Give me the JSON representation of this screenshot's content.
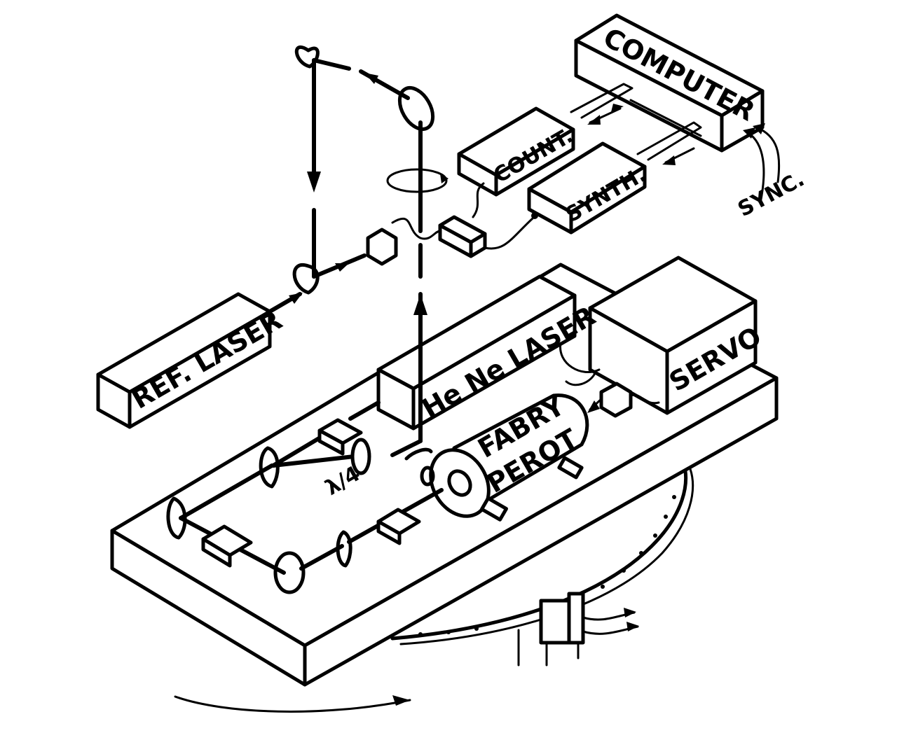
{
  "labels": {
    "computer": "COMPUTER",
    "count": "COUNT.",
    "synth": "SYNTH.",
    "sync": "SYNC.",
    "ref_laser": "REF. LASER",
    "hene_laser": "He Ne LASER",
    "servo": "SERVO",
    "fabry": "FABRY",
    "perot": "PEROT",
    "quarter_wave": "λ/4"
  },
  "colors": {
    "ink": "#000000",
    "paper": "#ffffff"
  },
  "icons": [
    "mirror-icon",
    "detector-icon",
    "isolator-icon",
    "arrow-icon"
  ]
}
